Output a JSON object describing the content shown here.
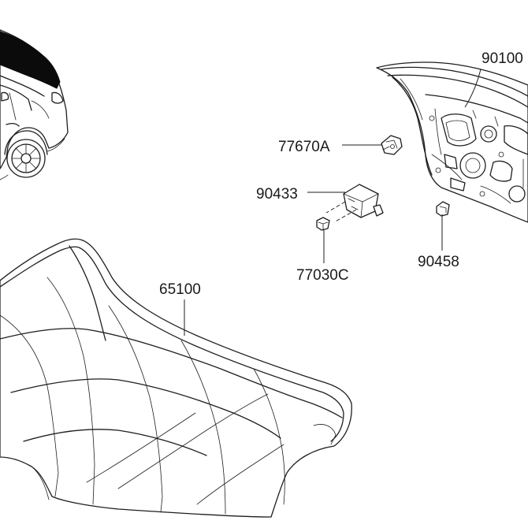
{
  "diagram": {
    "parts": [
      {
        "id": "part-90100",
        "number": "90100"
      },
      {
        "id": "part-77670a",
        "number": "77670A"
      },
      {
        "id": "part-90433",
        "number": "90433"
      },
      {
        "id": "part-77030c",
        "number": "77030C"
      },
      {
        "id": "part-90458",
        "number": "90458"
      },
      {
        "id": "part-65100",
        "number": "65100"
      }
    ]
  }
}
